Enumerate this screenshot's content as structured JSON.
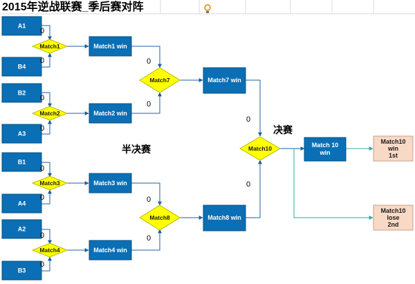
{
  "title": "2015年逆战联赛_季后赛对阵",
  "stage_labels": {
    "semifinal": "半决赛",
    "final": "决赛"
  },
  "teams": {
    "A1": "A1",
    "B4": "B4",
    "B2": "B2",
    "A3": "A3",
    "B1": "B1",
    "A4": "A4",
    "A2": "A2",
    "B3": "B3"
  },
  "matches": {
    "m1": "Match1",
    "m2": "Match2",
    "m3": "Match3",
    "m4": "Match4",
    "m7": "Match7",
    "m8": "Match8",
    "m10": "Match10"
  },
  "winners": {
    "w1": "Match1 win",
    "w2": "Match2 win",
    "w3": "Match3 win",
    "w4": "Match4 win",
    "w7": "Match7 win",
    "w8": "Match8 win",
    "w10a": "Match 10",
    "w10b": "win"
  },
  "results": {
    "first": [
      "Match10",
      "win",
      "1st"
    ],
    "second": [
      "Match10",
      "lose",
      "2nd"
    ]
  },
  "score": "0",
  "colors": {
    "box": "#0a6fb5",
    "box_border": "#0b4f80",
    "diamond": "#ffff00",
    "diamond_border": "#b8b800",
    "result": "#f8d9c6",
    "result_border": "#c9a08a",
    "wire": "#1f5fa0",
    "wire_teal": "#2fa7a7"
  }
}
